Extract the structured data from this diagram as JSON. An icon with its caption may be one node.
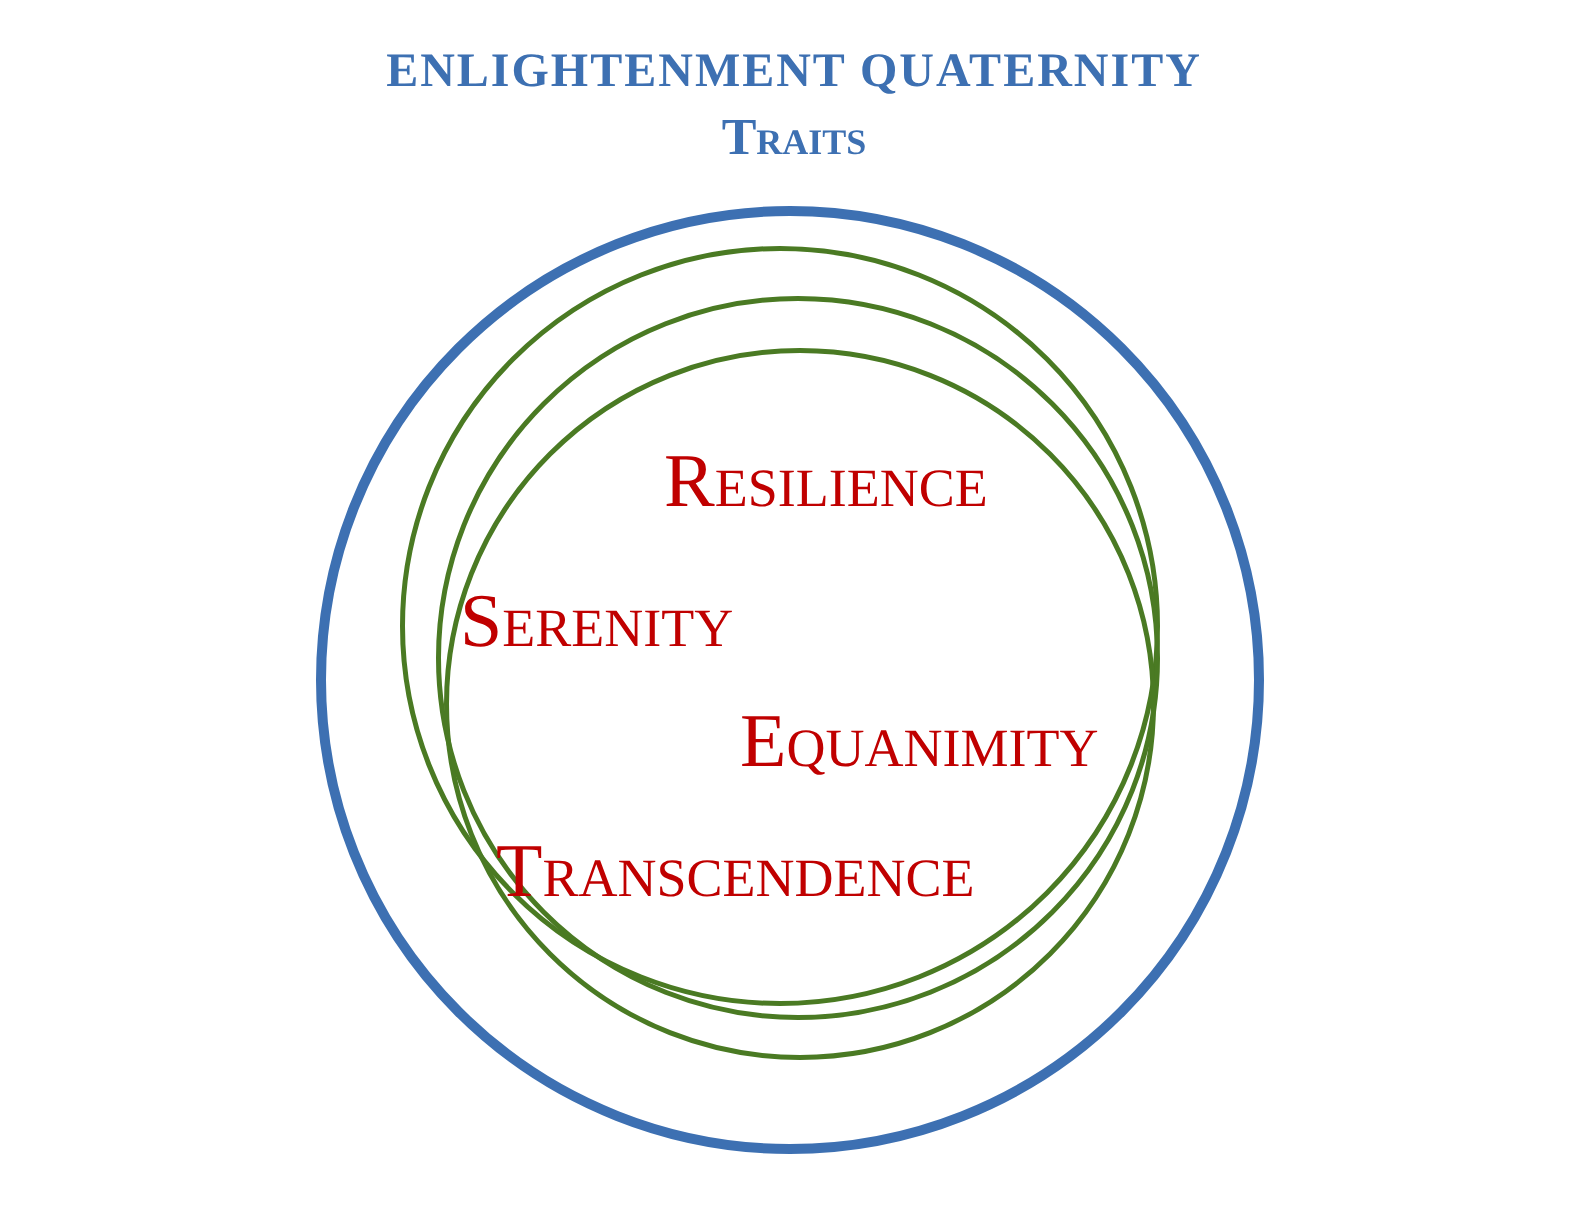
{
  "diagram": {
    "title": "ENLIGHTENMENT QUATERNITY",
    "nodes": [
      {
        "text": [],
        "shape": "circle"
      },
      {
        "text": [],
        "shape": "circle",
        "in": 0
      },
      {
        "text": [],
        "shape": "circle",
        "in": 0
      },
      {
        "text": [],
        "shape": "circle",
        "in": 0
      }
    ],
    "labels": [
      "Traits",
      "Resilience",
      "Serenity",
      "Equanimity",
      "Transcendence"
    ]
  }
}
